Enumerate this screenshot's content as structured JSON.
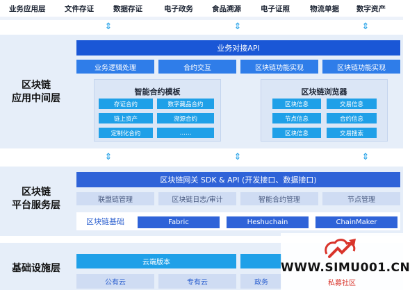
{
  "top_categories": [
    "业务应用层",
    "文件存证",
    "数据存证",
    "电子政务",
    "食品溯源",
    "电子证照",
    "物流单据",
    "数字资产"
  ],
  "middleware": {
    "title_line1": "区块链",
    "title_line2": "应用中间层",
    "api_bar": "业务对接API",
    "sub_bars": [
      "业务逻辑处理",
      "合约交互",
      "区块链功能实现",
      "区块链功能实现"
    ],
    "smart_contract": {
      "title": "智能合约模板",
      "items": [
        "存证合约",
        "数字藏品合约",
        "链上资产",
        "溯源合约",
        "定制化合约",
        "……"
      ]
    },
    "explorer": {
      "title": "区块链浏览器",
      "items": [
        "区块信息",
        "交易信息",
        "节点信息",
        "合约信息",
        "区块信息",
        "交易搜索"
      ]
    }
  },
  "platform": {
    "title_line1": "区块链",
    "title_line2": "平台服务层",
    "gateway_bar": "区块链网关 SDK & API (开发接口、数据接口)",
    "mgmt_bars": [
      "联盟链管理",
      "区块链日志/审计",
      "智能合约管理",
      "节点管理"
    ],
    "base_label": "区块链基础",
    "frameworks": [
      "Fabric",
      "Heshuchain",
      "ChainMaker"
    ]
  },
  "infra": {
    "title": "基础设施层",
    "cloud_bar": "云端版本",
    "clouds": [
      "公有云",
      "专有云",
      "政务"
    ]
  },
  "watermark": {
    "domain": "WWW.SIMU001.CN",
    "sub": "私募社区"
  },
  "colors": {
    "dark_blue": "#1a57d6",
    "mid_blue": "#2f7de9",
    "cyan": "#1fa0e8",
    "band": "#e6eef9",
    "watermark_red": "#d9342b"
  }
}
